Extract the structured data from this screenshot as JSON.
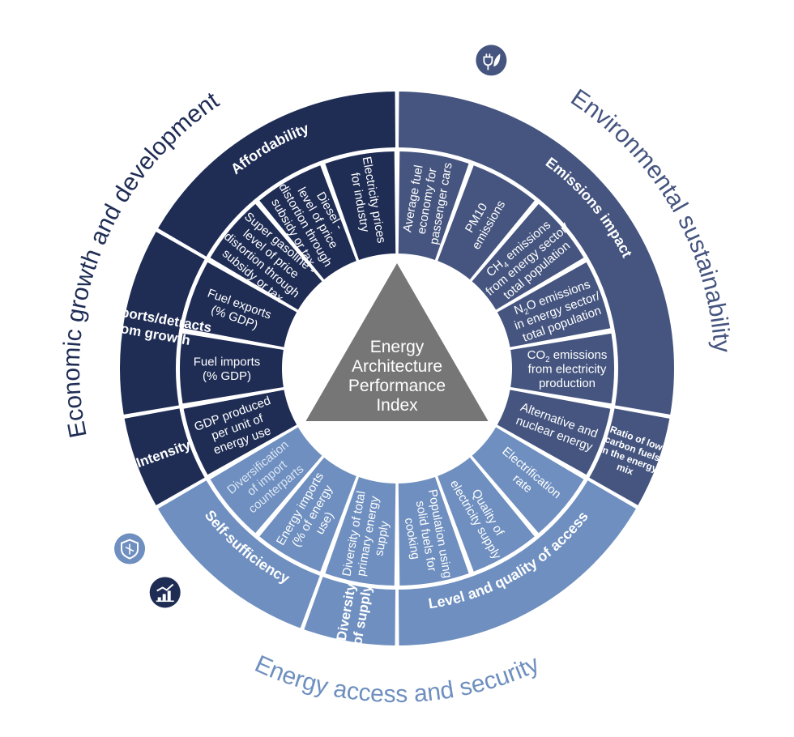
{
  "center": {
    "lines": [
      "Energy",
      "Architecture",
      "Performance",
      "Index"
    ]
  },
  "colors": {
    "econ": "#1f2d55",
    "env": "#45557f",
    "access": "#6e8fbf",
    "center": "#767676",
    "outer_econ_text": "#1f2d55",
    "outer_env_text": "#45557f",
    "outer_access_text": "#6e8fbf",
    "label_text": "#ffffff",
    "faded_text": "#dbe5f3"
  },
  "dimensions": [
    {
      "id": "econ",
      "label": "Economic growth and development",
      "icon": "growth-chart-icon"
    },
    {
      "id": "env",
      "label": "Environmental sustainability",
      "icon": "plug-leaf-icon"
    },
    {
      "id": "access",
      "label": "Energy access and security",
      "icon": "shield-icon"
    }
  ],
  "categories": [
    {
      "id": "affordability",
      "dimension": "econ",
      "label": [
        "Affordability"
      ]
    },
    {
      "id": "supports",
      "dimension": "econ",
      "label": [
        "Supports/detracts",
        "from growth"
      ]
    },
    {
      "id": "intensity",
      "dimension": "econ",
      "label": [
        "Intensity"
      ]
    },
    {
      "id": "emissions",
      "dimension": "env",
      "label": [
        "Emissions impact"
      ]
    },
    {
      "id": "low-carbon",
      "dimension": "env",
      "label": [
        "Ratio of low",
        "carbon fuels",
        "in the energy",
        "mix"
      ]
    },
    {
      "id": "level-access",
      "dimension": "access",
      "label": [
        "Level and quality of access"
      ]
    },
    {
      "id": "diversity",
      "dimension": "access",
      "label": [
        "Diversity",
        "of supply"
      ]
    },
    {
      "id": "self-sufficiency",
      "dimension": "access",
      "label": [
        "Self-sufficiency"
      ]
    }
  ],
  "indicators": [
    {
      "id": "electricity-prices",
      "dimension": "econ",
      "label": [
        "Electricity prices",
        "for industry"
      ]
    },
    {
      "id": "diesel",
      "dimension": "econ",
      "label": [
        "Diesel -",
        "level of price",
        "distortion through",
        "subsidy or tax"
      ]
    },
    {
      "id": "super-gasoline",
      "dimension": "econ",
      "label": [
        "Super gasoline -",
        "level of price",
        "distortion through",
        "subsidy or tax"
      ]
    },
    {
      "id": "fuel-exports",
      "dimension": "econ",
      "label": [
        "Fuel exports",
        "(% GDP)"
      ]
    },
    {
      "id": "fuel-imports",
      "dimension": "econ",
      "label": [
        "Fuel imports",
        "(% GDP)"
      ]
    },
    {
      "id": "gdp-energy",
      "dimension": "econ",
      "label": [
        "GDP produced",
        "per unit of",
        "energy use"
      ]
    },
    {
      "id": "fuel-economy",
      "dimension": "env",
      "label": [
        "Average fuel",
        "economy for",
        "passenger cars"
      ]
    },
    {
      "id": "pm10",
      "dimension": "env",
      "label": [
        "PM10",
        "emissions"
      ]
    },
    {
      "id": "ch4",
      "dimension": "env",
      "label": [
        "CH4 emissions",
        "from energy sector/",
        "total population"
      ],
      "sub": {
        "line": 0,
        "prefix": "CH",
        "digit": "4",
        "rest": " emissions"
      }
    },
    {
      "id": "n2o",
      "dimension": "env",
      "label": [
        "N2O emissions",
        "in energy sector/",
        "total population"
      ],
      "sub": {
        "line": 0,
        "prefix": "N",
        "digit": "2",
        "rest": "O emissions"
      }
    },
    {
      "id": "co2",
      "dimension": "env",
      "label": [
        "CO2 emissions",
        "from electricity",
        "production"
      ],
      "sub": {
        "line": 0,
        "prefix": "CO",
        "digit": "2",
        "rest": " emissions"
      }
    },
    {
      "id": "alt-nuclear",
      "dimension": "env",
      "label": [
        "Alternative and",
        "nuclear energy"
      ]
    },
    {
      "id": "electrification",
      "dimension": "access",
      "label": [
        "Electrification",
        "rate"
      ]
    },
    {
      "id": "quality-supply",
      "dimension": "access",
      "label": [
        "Quality of",
        "electricity supply"
      ]
    },
    {
      "id": "solid-fuels",
      "dimension": "access",
      "label": [
        "Population using",
        "solid fuels for",
        "cooking"
      ]
    },
    {
      "id": "diversity-primary",
      "dimension": "access",
      "label": [
        "Diversity of total",
        "primary energy",
        "supply"
      ]
    },
    {
      "id": "energy-imports",
      "dimension": "access",
      "label": [
        "Energy imports",
        "(% of energy",
        "use)"
      ]
    },
    {
      "id": "import-counterparts",
      "dimension": "access",
      "label": [
        "Diversification",
        "of import",
        "counterparts"
      ],
      "faded": true
    }
  ]
}
